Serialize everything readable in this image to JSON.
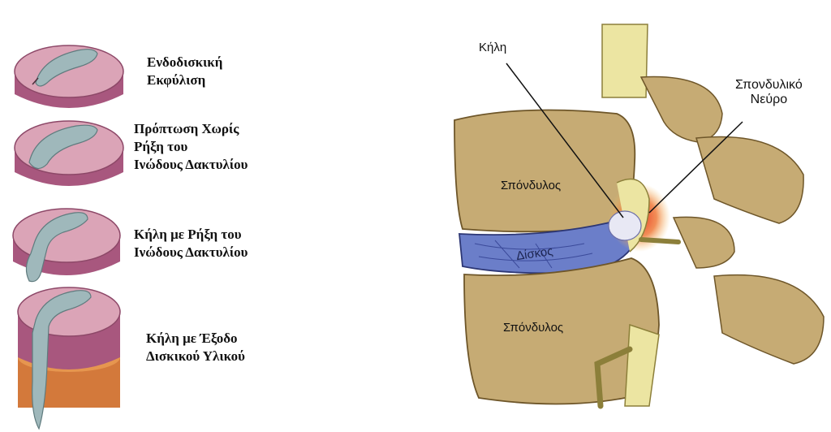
{
  "stages": [
    {
      "lines": [
        "Ενδοδισκική",
        "Εκφύλιση"
      ]
    },
    {
      "lines": [
        "Πρόπτωση Χωρίς",
        "Ρήξη του",
        "Ινώδους Δακτυλίου"
      ]
    },
    {
      "lines": [
        "Κήλη με Ρήξη του",
        "Ινώδους Δακτυλίου"
      ]
    },
    {
      "lines": [
        "Κήλη με Έξοδο",
        "Δισκικού Υλικού"
      ]
    }
  ],
  "anatomy": {
    "hernia_label": "Κήλη",
    "nerve_label_line1": "Σπονδυλικό",
    "nerve_label_line2": "Νεύρο",
    "vertebra_upper_label": "Σπόνδυλος",
    "disc_label": "Δίσκος",
    "vertebra_lower_label": "Σπόνδυλος"
  },
  "colors": {
    "disc_top": "#d9a2b6",
    "disc_side": "#a8577e",
    "nucleus": "#9fb8bb",
    "bone": "#c6ab74",
    "bone_dark": "#8c6d3a",
    "disc_blue": "#6b7ec9",
    "nerve": "#ece5a2",
    "inflammation": "#e63a22",
    "vertebra_orange": "#d3793b"
  }
}
